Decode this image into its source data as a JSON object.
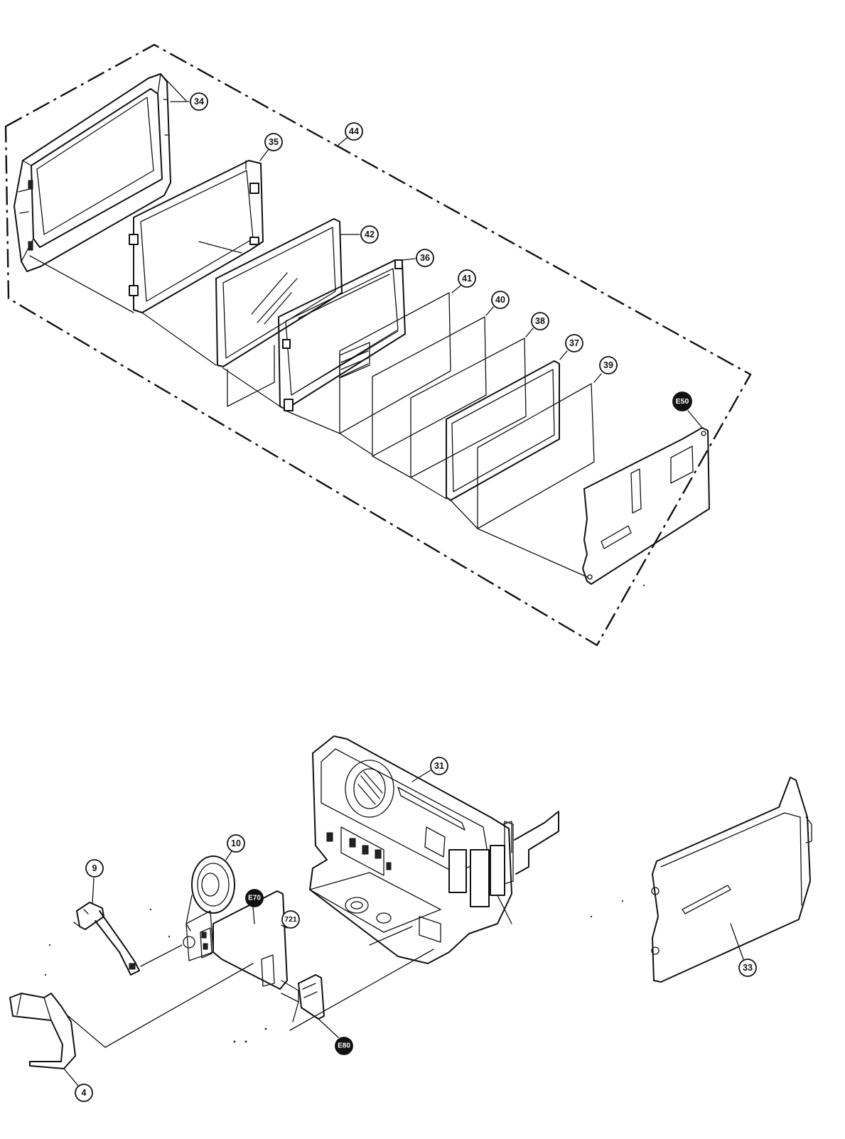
{
  "callouts": {
    "c34": "34",
    "c35": "35",
    "c44": "44",
    "c42": "42",
    "c36": "36",
    "c41": "41",
    "c40": "40",
    "c38": "38",
    "c37": "37",
    "c39": "39",
    "cE50": "E50",
    "c31": "31",
    "c10": "10",
    "c9": "9",
    "cE70": "E70",
    "c721": "721",
    "c33": "33",
    "cE80": "E80",
    "c4": "4"
  }
}
